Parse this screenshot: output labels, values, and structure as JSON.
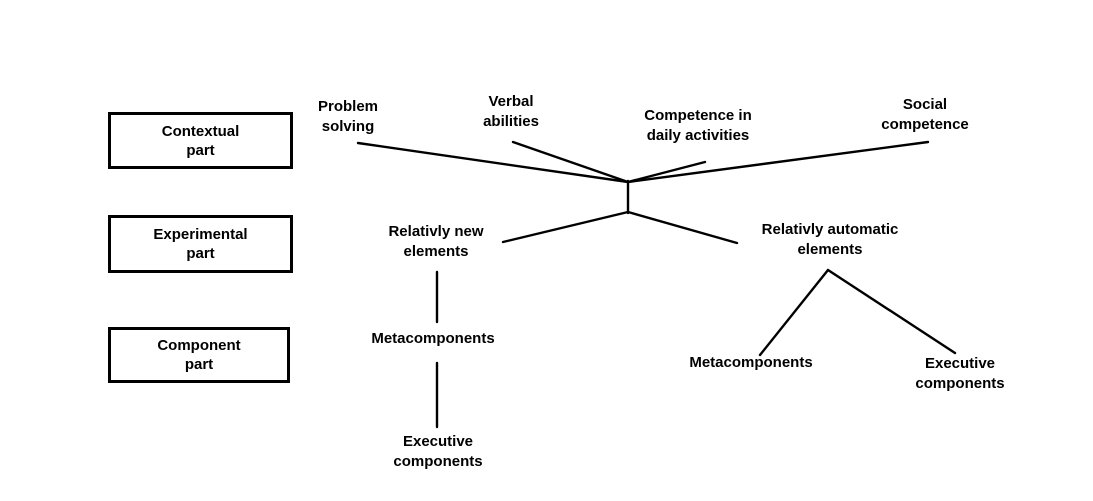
{
  "colors": {
    "background": "#ffffff",
    "line": "#000000",
    "text": "#000000"
  },
  "row_boxes": [
    {
      "id": "contextual-part",
      "label": "Contextual\npart"
    },
    {
      "id": "experimental-part",
      "label": "Experimental\npart"
    },
    {
      "id": "component-part",
      "label": "Component\npart"
    }
  ],
  "nodes": {
    "problem_solving": {
      "label": "Problem\nsolving"
    },
    "verbal_abilities": {
      "label": "Verbal\nabilities"
    },
    "competence_daily": {
      "label": "Competence in\ndaily activities"
    },
    "social_competence": {
      "label": "Social\ncompetence"
    },
    "relativly_new": {
      "label": "Relativly new\nelements"
    },
    "relativly_automatic": {
      "label": "Relativly automatic\nelements"
    },
    "metacomponents_left": {
      "label": "Metacomponents"
    },
    "executive_left": {
      "label": "Executive\ncomponents"
    },
    "metacomponents_right": {
      "label": "Metacomponents"
    },
    "executive_right": {
      "label": "Executive\ncomponents"
    }
  },
  "edges": [
    {
      "from": "central-junction",
      "to": "problem-solving"
    },
    {
      "from": "central-junction",
      "to": "verbal-abilities"
    },
    {
      "from": "central-junction",
      "to": "competence-in-daily-activities"
    },
    {
      "from": "central-junction",
      "to": "social-competence"
    },
    {
      "from": "central-junction",
      "to": "lower-junction"
    },
    {
      "from": "lower-junction",
      "to": "relativly-new-elements"
    },
    {
      "from": "lower-junction",
      "to": "relativly-automatic-elements"
    },
    {
      "from": "relativly-new-elements",
      "to": "metacomponents-left"
    },
    {
      "from": "metacomponents-left",
      "to": "executive-components-left"
    },
    {
      "from": "relativly-automatic-elements",
      "to": "metacomponents-right"
    },
    {
      "from": "relativly-automatic-elements",
      "to": "executive-components-right"
    }
  ]
}
